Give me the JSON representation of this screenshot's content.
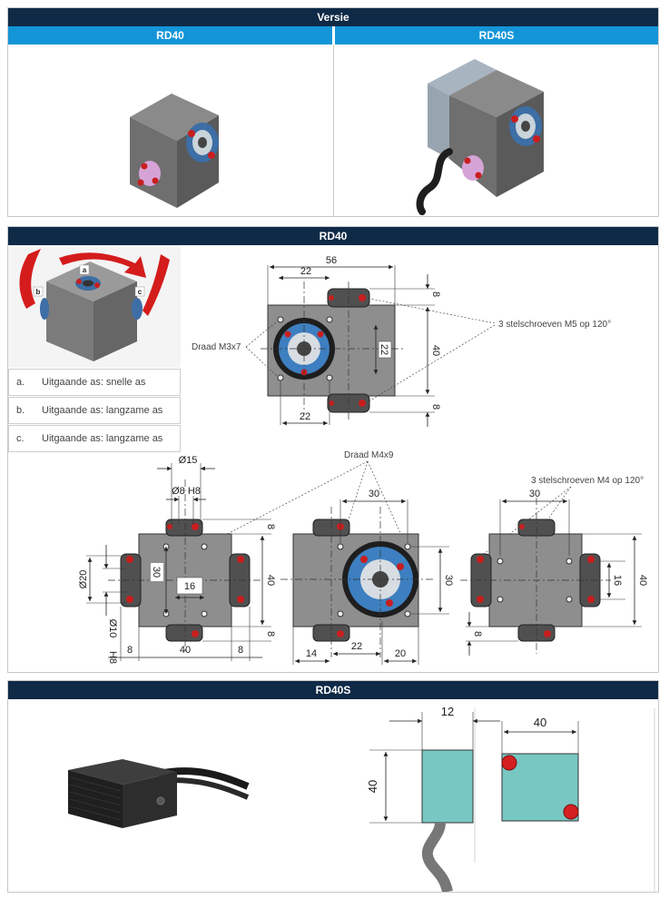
{
  "versie": {
    "title": "Versie",
    "columns": [
      "RD40",
      "RD40S"
    ]
  },
  "rd40": {
    "title": "RD40",
    "rotation_labels": {
      "a": "a",
      "b": "b",
      "c": "c"
    },
    "legend": [
      {
        "key": "a.",
        "text": "Uitgaande as: snelle as"
      },
      {
        "key": "b.",
        "text": "Uitgaande as: langzame as"
      },
      {
        "key": "c.",
        "text": "Uitgaande as: langzame as"
      }
    ],
    "top_view": {
      "dim_56": "56",
      "dim_22_top": "22",
      "dim_22_bottom": "22",
      "dim_22_inner": "22",
      "dim_40": "40",
      "dim_8_top": "8",
      "dim_8_bottom": "8",
      "label_thread": "Draad M3x7",
      "label_screws": "3 stelschroeven M5 op 120°"
    },
    "views": {
      "label_thread": "Draad M4x9",
      "label_screws": "3 stelschroeven M4 op 120°",
      "left": {
        "d15": "Ø15",
        "d8h8": "Ø8 H8",
        "d20": "Ø20",
        "d10": "Ø10",
        "h8": "H8",
        "d30": "30",
        "d16": "16",
        "d40": "40",
        "d8_top": "8",
        "d8_bottom": "8",
        "b8_left": "8",
        "b40": "40",
        "b8_right": "8"
      },
      "middle": {
        "d30_top": "30",
        "d30_right": "30",
        "d14": "14",
        "d22": "22",
        "d20": "20"
      },
      "right": {
        "d30": "30",
        "d16": "16",
        "d40": "40",
        "d8": "8"
      }
    }
  },
  "rd40s": {
    "title": "RD40S",
    "dim_12": "12",
    "dim_40_top": "40",
    "dim_40_side": "40"
  }
}
